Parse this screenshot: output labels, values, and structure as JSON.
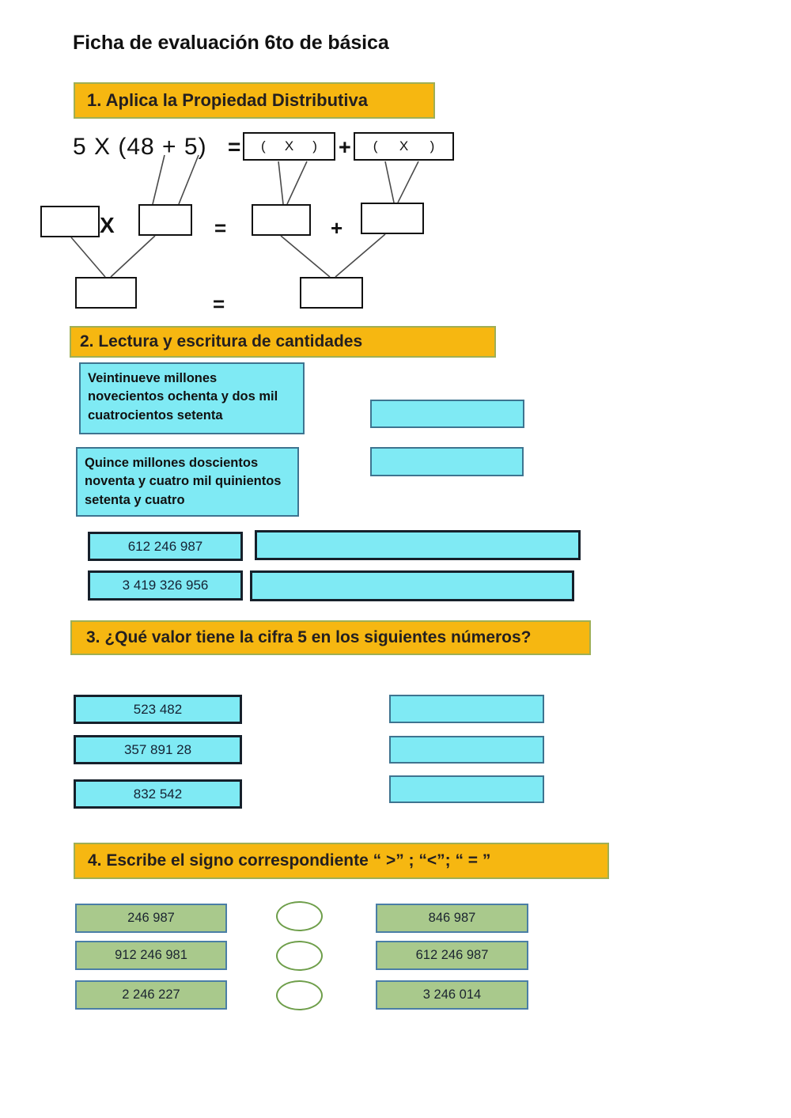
{
  "document": {
    "title": "Ficha de evaluación 6to de básica"
  },
  "theme": {
    "header_bg": "#F6B711",
    "header_border": "#9FAF55",
    "cyan_fill": "#7FEAF4",
    "cyan_border_dark": "#16202b",
    "cyan_border_blue": "#3E7490",
    "green_fill": "#A9C98C",
    "green_border": "#4A7EA6",
    "ellipse_border": "#6E9E4A"
  },
  "section1": {
    "header": "1. Aplica la Propiedad Distributiva",
    "equation": "5  X  (48 + 5)",
    "equals": "=",
    "plus": "+",
    "multiply": "X",
    "paren_open": "(",
    "paren_times": "X",
    "paren_close": ")",
    "row1_boxes": [
      {
        "open": "(",
        "times": "X",
        "close": ")"
      },
      {
        "open": "(",
        "times": "X",
        "close": ")"
      }
    ],
    "row2_blank_count": 4,
    "row3_blank_count": 2,
    "row2_operators": {
      "multiply": "X",
      "equals": "=",
      "plus": "+"
    },
    "row3_operators": {
      "equals": "="
    }
  },
  "section2": {
    "header": "2. Lectura y escritura de cantidades",
    "word_prompts": [
      "Veintinueve millones novecientos ochenta y dos mil cuatrocientos setenta",
      "Quince millones doscientos noventa y cuatro mil quinientos setenta y cuatro"
    ],
    "word_answer_blanks": 2,
    "number_prompts": [
      "612 246 987",
      "3 419 326 956"
    ],
    "number_answer_blanks": 2
  },
  "section3": {
    "header": "3. ¿Qué valor tiene la cifra 5 en los siguientes números?",
    "numbers": [
      "523 482",
      "357 891 28",
      "832 542"
    ],
    "answer_blanks": 3
  },
  "section4": {
    "header": "4. Escribe el signo correspondiente “ >” ; “<”; “ = ”",
    "comparisons": [
      {
        "left": "246 987",
        "right": "846 987"
      },
      {
        "left": "912 246 981",
        "right": "612 246 987"
      },
      {
        "left": "2 246 227",
        "right": "3 246 014"
      }
    ]
  }
}
